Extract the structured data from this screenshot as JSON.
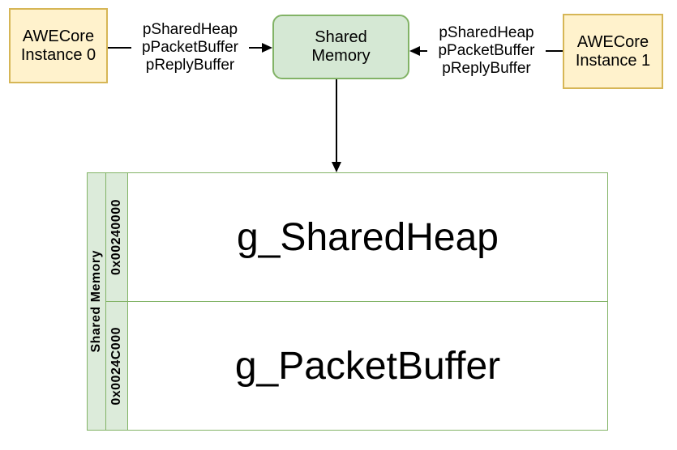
{
  "nodes": {
    "awecore_instance_0": "AWECore\nInstance 0",
    "awecore_instance_1": "AWECore\nInstance 1",
    "shared_memory": "Shared\nMemory"
  },
  "edges": {
    "left": {
      "label": "pSharedHeap\npPacketBuffer\npReplyBuffer"
    },
    "right": {
      "label": "pSharedHeap\npPacketBuffer\npReplyBuffer"
    }
  },
  "memory_table": {
    "side_label": "Shared Memory",
    "rows": [
      {
        "address": "0x00240000",
        "name": "g_SharedHeap"
      },
      {
        "address": "0x0024C000",
        "name": "g_PacketBuffer"
      }
    ]
  },
  "colors": {
    "node_yellow_fill": "#FFF2CC",
    "node_yellow_border": "#D6B656",
    "node_green_fill": "#D5E8D4",
    "node_green_border": "#82B366",
    "table_border": "#82B366",
    "table_header_fill": "#DCEBDA",
    "arrow": "#000000",
    "text": "#000000"
  }
}
